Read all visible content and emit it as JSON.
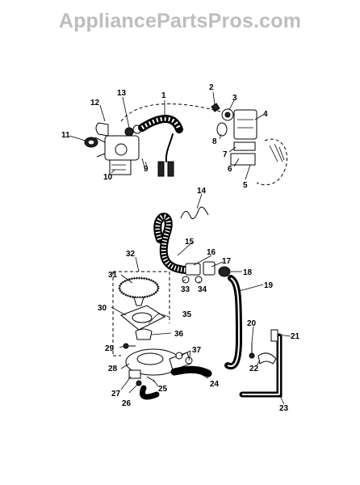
{
  "watermark": "AppliancePartsPros.com",
  "callouts": [
    "1",
    "2",
    "3",
    "4",
    "5",
    "6",
    "7",
    "8",
    "9",
    "10",
    "11",
    "12",
    "13",
    "14",
    "15",
    "16",
    "17",
    "18",
    "19",
    "20",
    "21",
    "22",
    "23",
    "24",
    "25",
    "26",
    "27",
    "28",
    "29",
    "30",
    "31",
    "32",
    "33",
    "34",
    "35",
    "36",
    "37"
  ]
}
